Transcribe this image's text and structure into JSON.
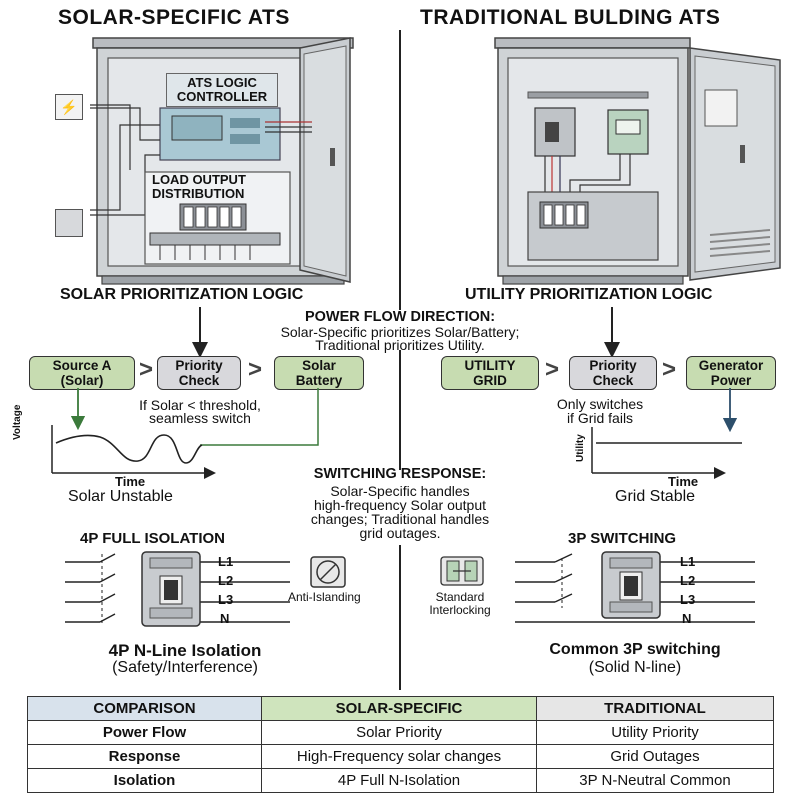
{
  "titles": {
    "left": "SOLAR-SPECIFIC ATS",
    "right": "TRADITIONAL BULDING ATS"
  },
  "cabinet_left": {
    "controller_label": "ATS LOGIC CONTROLLER",
    "distribution_label": "LOAD OUTPUT DISTRIBUTION",
    "source_icon": "lightning-icon"
  },
  "logic": {
    "left_heading": "SOLAR PRIORITIZATION LOGIC",
    "right_heading": "UTILITY PRIORITIZATION LOGIC",
    "power_flow_heading": "POWER FLOW DIRECTION:",
    "power_flow_text": [
      "Solar-Specific prioritizes Solar/Battery;",
      "Traditional prioritizes Utility."
    ],
    "left_flow": [
      "Source A (Solar)",
      "Priority Check",
      "Solar Battery"
    ],
    "right_flow": [
      "UTILITY GRID",
      "Priority Check",
      "Generator Power"
    ],
    "left_note": [
      "If Solar < threshold,",
      "seamless switch"
    ],
    "right_note": [
      "Only switches",
      "if Grid fails"
    ]
  },
  "graphs": {
    "left": {
      "ylabel": "Voltage",
      "xlabel": "Time",
      "caption": "Solar Unstable"
    },
    "right": {
      "ylabel": "Utility",
      "xlabel": "Time",
      "caption": "Grid Stable"
    }
  },
  "switching": {
    "heading": "SWITCHING RESPONSE:",
    "text": [
      "Solar-Specific handles",
      "high-frequency Solar output",
      "changes; Traditional handles",
      "grid outages."
    ]
  },
  "isolation": {
    "left_heading": "4P FULL ISOLATION",
    "right_heading": "3P SWITCHING",
    "left_lines": [
      "L1",
      "L2",
      "L3",
      "N"
    ],
    "right_lines": [
      "L1",
      "L2",
      "L3",
      "N"
    ],
    "anti_islanding": "Anti-Islanding",
    "interlock": [
      "Standard",
      "Interlocking"
    ],
    "left_caption": "4P N-Line Isolation",
    "left_sub": "(Safety/Interference)",
    "right_caption": "Common 3P switching",
    "right_sub": "(Solid N-line)"
  },
  "table": {
    "headers": [
      "COMPARISON",
      "SOLAR-SPECIFIC",
      "TRADITIONAL"
    ],
    "rows": [
      [
        "Power Flow",
        "Solar Priority",
        "Utility Priority"
      ],
      [
        "Response",
        "High-Frequency solar changes",
        "Grid Outages"
      ],
      [
        "Isolation",
        "4P Full N-Isolation",
        "3P N-Neutral Common"
      ]
    ]
  }
}
